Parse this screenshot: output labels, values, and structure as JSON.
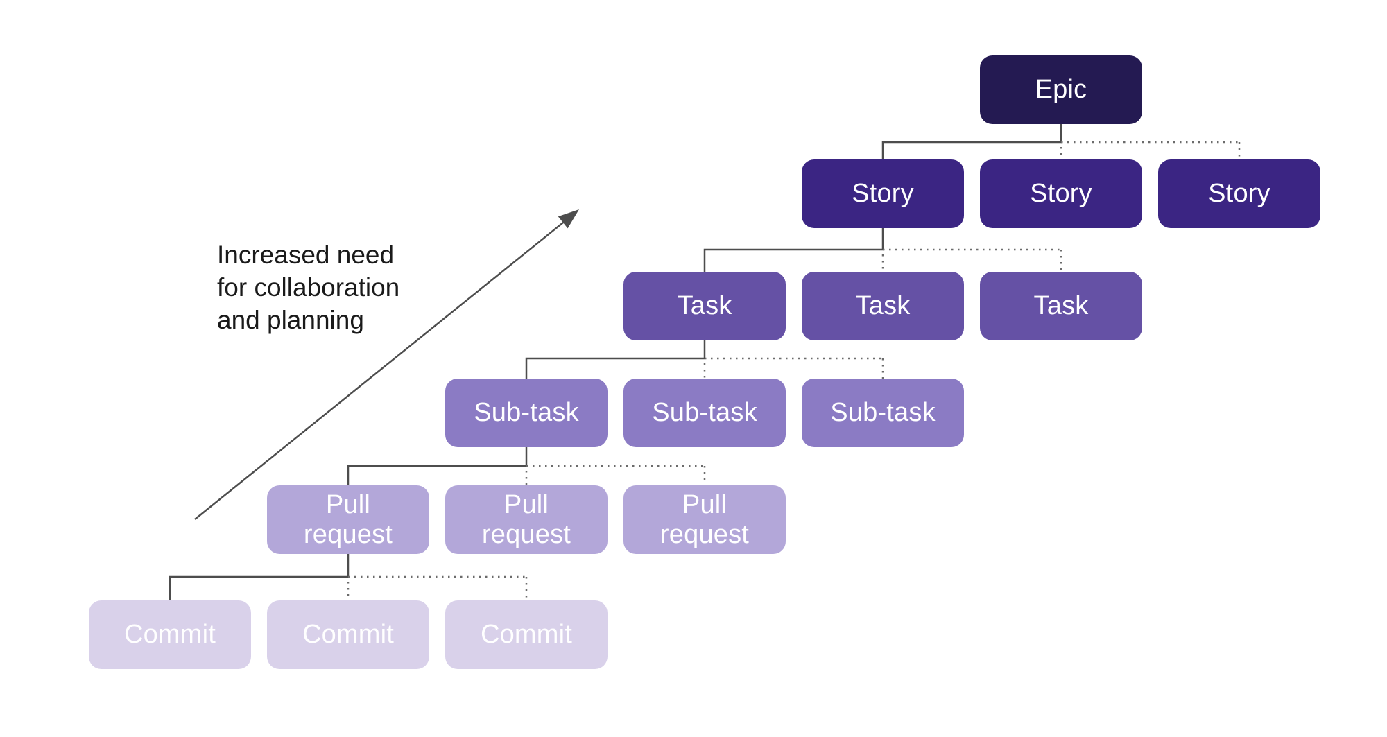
{
  "palette": {
    "epic": "#241a52",
    "story": "#3b2583",
    "task": "#6551a5",
    "subtask": "#8b7bc4",
    "pull_request": "#b3a7d9",
    "commit": "#d9d1ea",
    "box_text": "#ffffff",
    "annotation_text": "#1a1a1a",
    "solid_line": "#4d4d4d",
    "dotted_line": "#6b6b6b"
  },
  "annotation": {
    "lines": [
      "Increased need",
      "for collaboration",
      "and planning"
    ]
  },
  "hierarchy": {
    "levels": [
      {
        "name": "epic",
        "boxes": [
          {
            "label": "Epic"
          }
        ]
      },
      {
        "name": "story",
        "boxes": [
          {
            "label": "Story"
          },
          {
            "label": "Story"
          },
          {
            "label": "Story"
          }
        ]
      },
      {
        "name": "task",
        "boxes": [
          {
            "label": "Task"
          },
          {
            "label": "Task"
          },
          {
            "label": "Task"
          }
        ]
      },
      {
        "name": "subtask",
        "boxes": [
          {
            "label": "Sub-task"
          },
          {
            "label": "Sub-task"
          },
          {
            "label": "Sub-task"
          }
        ]
      },
      {
        "name": "pull_request",
        "boxes": [
          {
            "label": "Pull request"
          },
          {
            "label": "Pull request"
          },
          {
            "label": "Pull request"
          }
        ]
      },
      {
        "name": "commit",
        "boxes": [
          {
            "label": "Commit"
          },
          {
            "label": "Commit"
          },
          {
            "label": "Commit"
          }
        ]
      }
    ]
  }
}
